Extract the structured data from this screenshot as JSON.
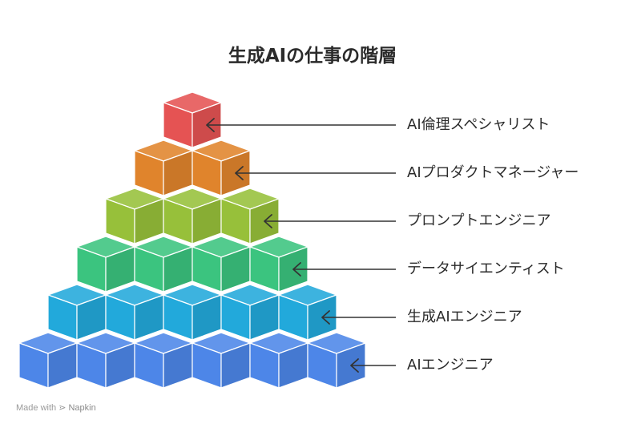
{
  "title": "生成AIの仕事の階層",
  "levels": [
    {
      "label": "AI倫理スペシャリスト",
      "color": "#e55353",
      "cubes": 1
    },
    {
      "label": "AIプロダクトマネージャー",
      "color": "#e0842c",
      "cubes": 2
    },
    {
      "label": "プロンプトエンジニア",
      "color": "#97c03a",
      "cubes": 3
    },
    {
      "label": "データサイエンティスト",
      "color": "#3bc47f",
      "cubes": 4
    },
    {
      "label": "生成AIエンジニア",
      "color": "#22a9db",
      "cubes": 5
    },
    {
      "label": "AIエンジニア",
      "color": "#4d86e8",
      "cubes": 6
    }
  ],
  "footer": {
    "made_with": "Made with",
    "brand": "Napkin"
  }
}
